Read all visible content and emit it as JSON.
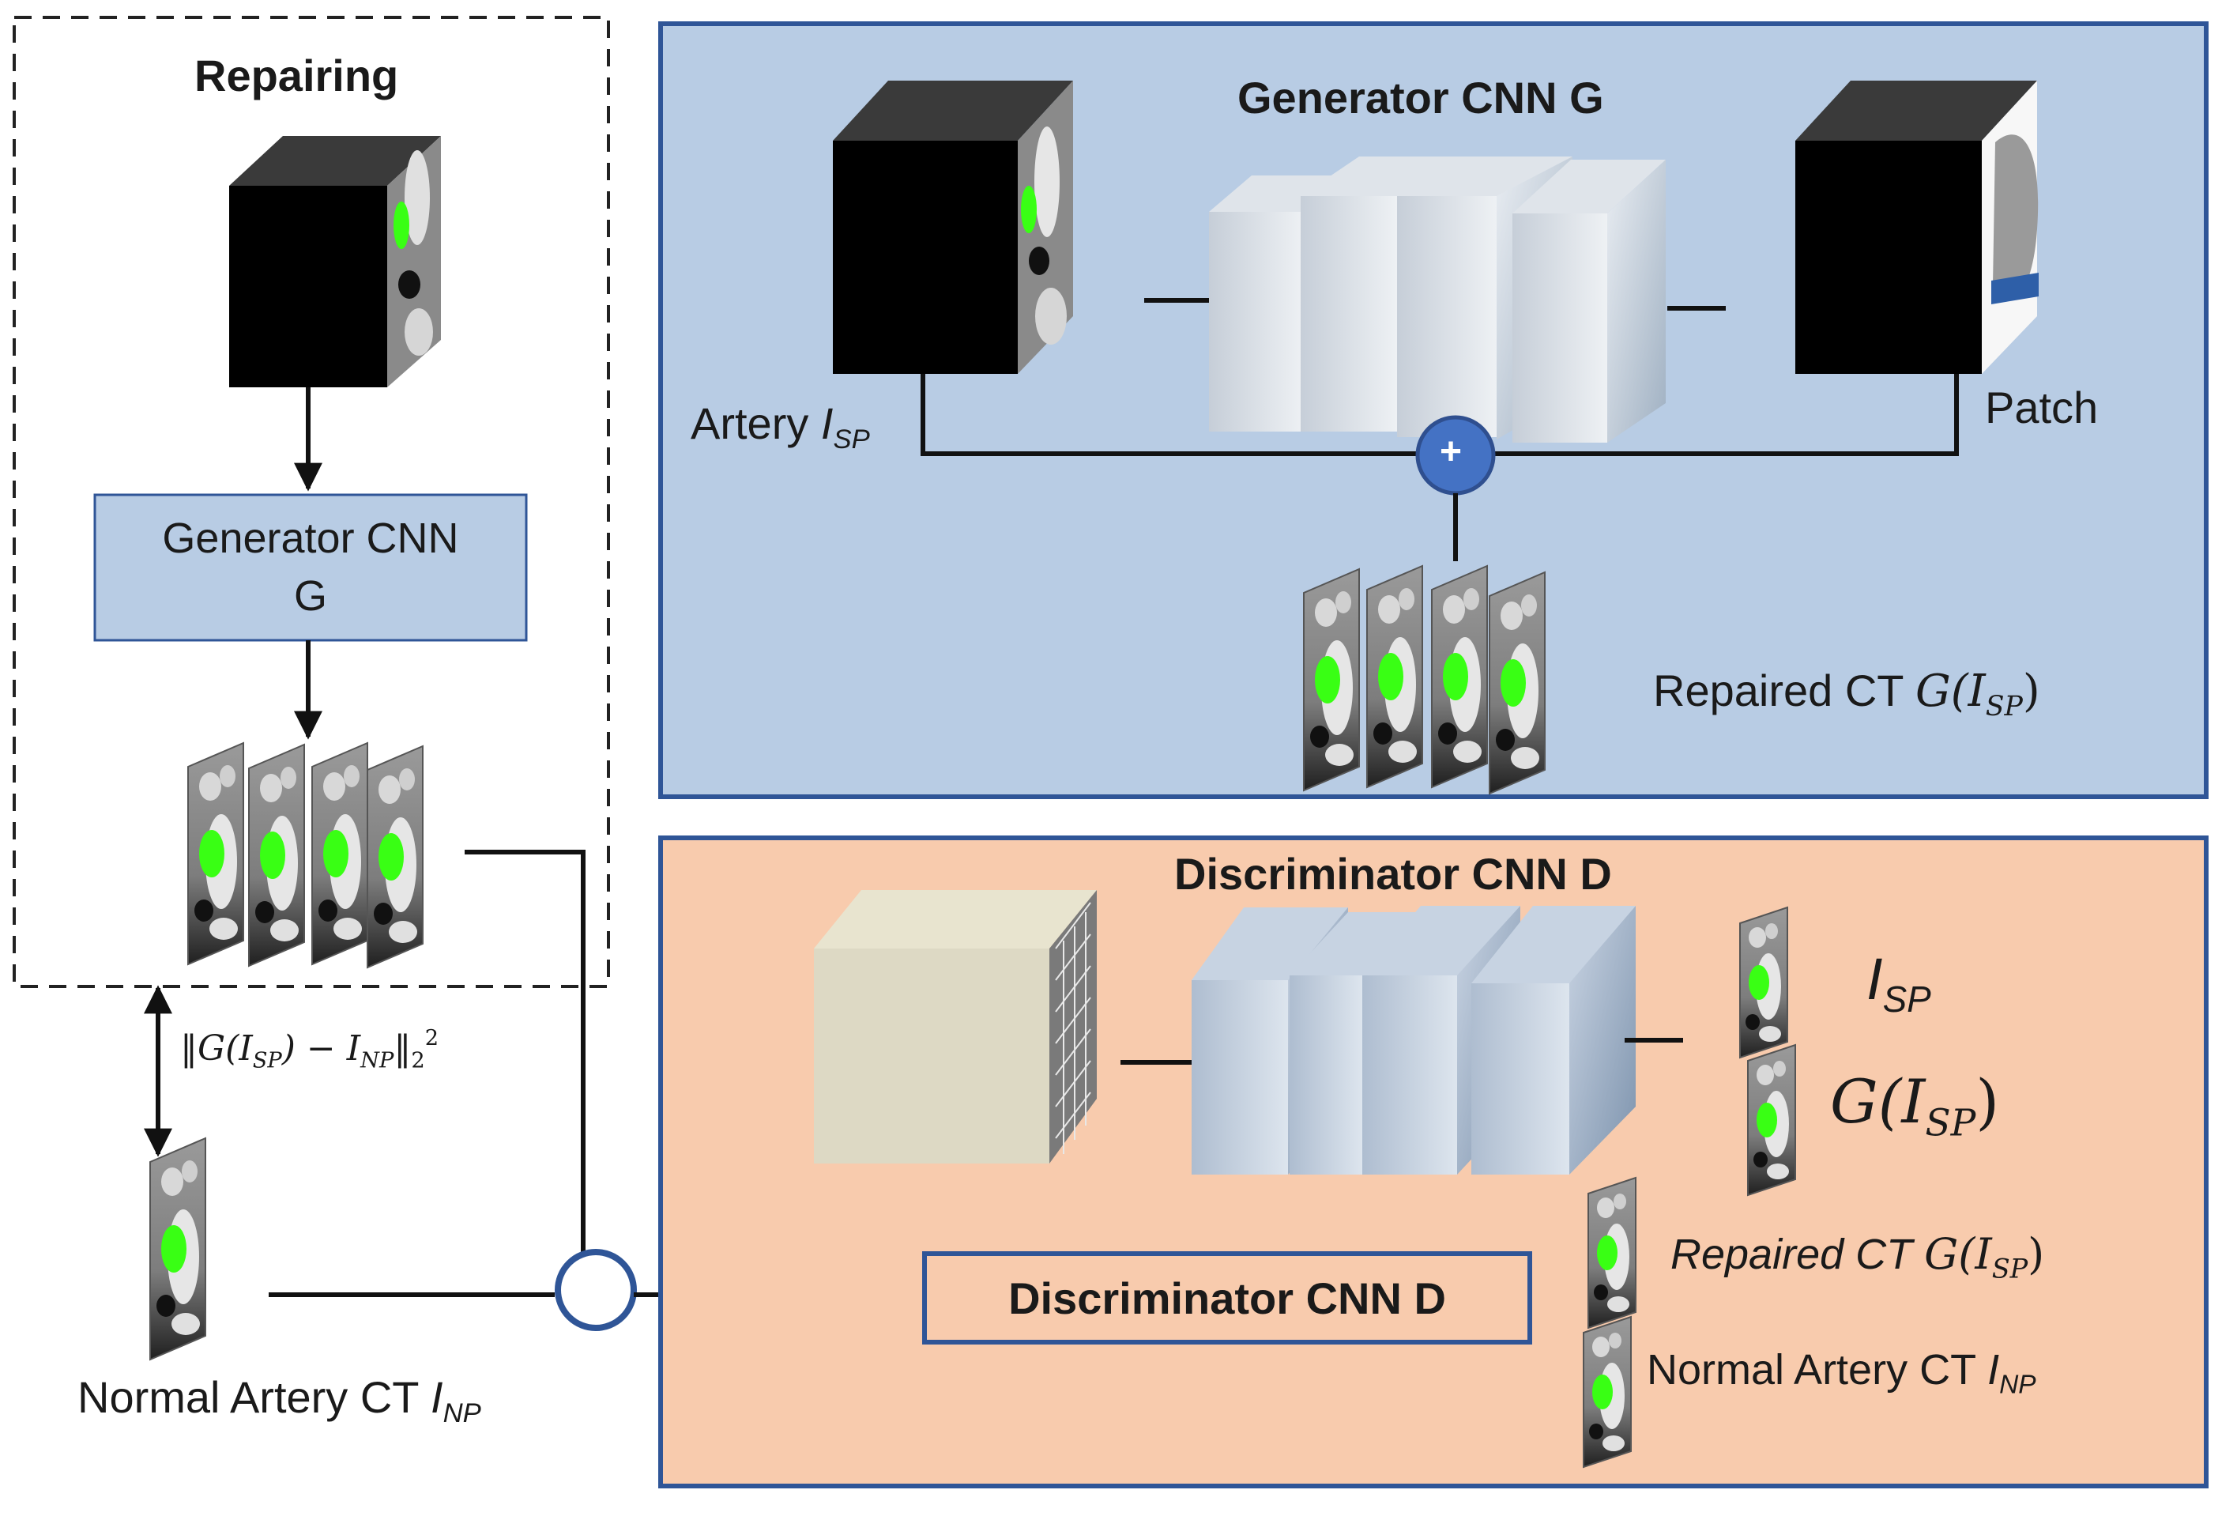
{
  "repairing": {
    "title": "Repairing",
    "generator_box": {
      "line1": "Generator CNN",
      "line2": "G"
    }
  },
  "generator_panel": {
    "title": "Generator CNN G",
    "artery_label": "Artery",
    "artery_symbol": "I",
    "artery_sub": "SP",
    "patch_label": "Patch",
    "plus_symbol": "+",
    "repaired_label": "Repaired CT",
    "repaired_math": "G(I",
    "repaired_sub": "SP",
    "repaired_close": ")"
  },
  "discriminator_panel": {
    "title": "Discriminator CNN D",
    "box_label": "Discriminator CNN D",
    "legend": {
      "isp_symbol": "I",
      "isp_sub": "SP",
      "g_isp_math": "G(I",
      "g_isp_sub": "SP",
      "g_isp_close": ")",
      "repaired_label": "Repaired CT",
      "repaired_math": "G(I",
      "repaired_sub": "SP",
      "repaired_close": ")",
      "normal_label": "Normal Artery CT",
      "normal_symbol": "I",
      "normal_sub": "NP"
    }
  },
  "loss": {
    "open": "‖G(I",
    "sub1": "SP",
    "mid": ") − I",
    "sub2": "NP",
    "close": "‖",
    "sub3": "2",
    "sup": "2"
  },
  "normal_artery": {
    "label": "Normal Artery CT",
    "symbol": "I",
    "sub": "NP"
  },
  "colors": {
    "generator_panel_bg": "#b8cce4",
    "discriminator_panel_bg": "#f8cbad",
    "panel_border": "#2f5597",
    "highlight_green": "#39ff14",
    "plus_node": "#4472c4",
    "dark_cube": "#000000",
    "patch_band": "#2e5fa8"
  }
}
